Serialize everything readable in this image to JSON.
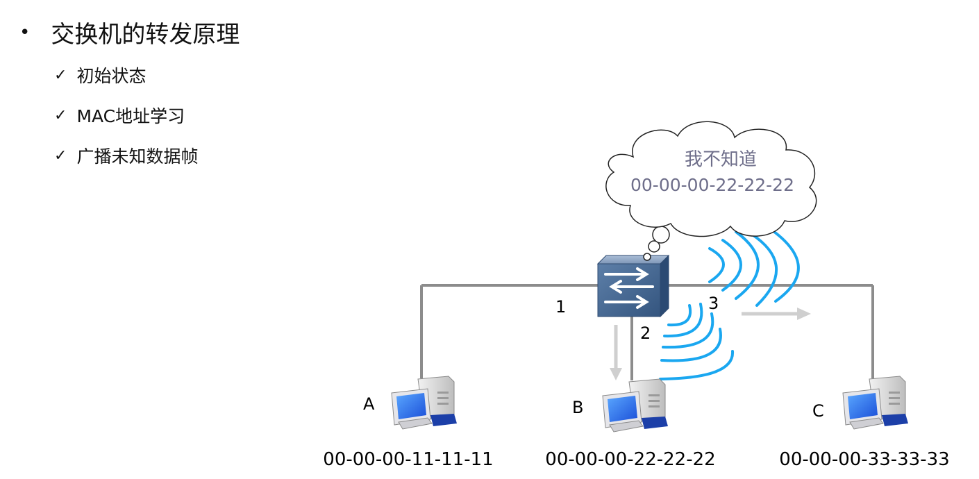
{
  "heading": {
    "bullet": "•",
    "text": "交换机的转发原理"
  },
  "sub_items": [
    {
      "check": "✓",
      "text": "初始状态"
    },
    {
      "check": "✓",
      "text": "MAC地址学习"
    },
    {
      "check": "✓",
      "text": "广播未知数据帧"
    }
  ],
  "cloud": {
    "line1": "我不知道",
    "line2": "00-00-00-22-22-22"
  },
  "ports": {
    "p1": "1",
    "p2": "2",
    "p3": "3"
  },
  "hosts": [
    {
      "name": "A",
      "mac": "00-00-00-11-11-11"
    },
    {
      "name": "B",
      "mac": "00-00-00-22-22-22"
    },
    {
      "name": "C",
      "mac": "00-00-00-33-33-33"
    }
  ],
  "colors": {
    "link": "#8c8c8c",
    "wave": "#1aa7f0",
    "arrow": "#cfcfcf",
    "cloud_text": "#6e6e8a",
    "switch": "#3d5f8a"
  },
  "icons": {
    "switch": "switch-icon",
    "pc": "computer-icon",
    "cloud": "thought-cloud-icon"
  }
}
